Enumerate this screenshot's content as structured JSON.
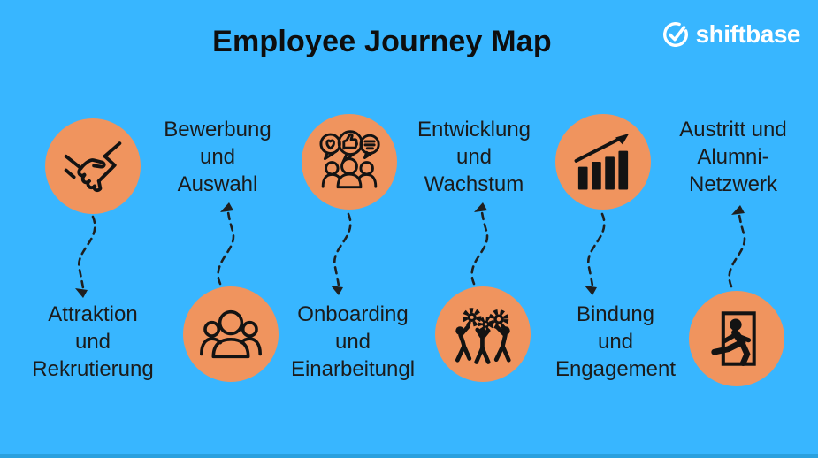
{
  "title": "Employee Journey Map",
  "brand": {
    "name": "shiftbase",
    "icon": "clock-check-icon"
  },
  "colors": {
    "background": "#38B6FF",
    "bubble": "#F0945E",
    "ink": "#111111",
    "logo": "#FFFFFF",
    "footer_strip": "#2AA0DE"
  },
  "stages": [
    {
      "label": "Attraktion\nund\nRekrutierung",
      "icon": "handshake-icon",
      "icon_position": "top"
    },
    {
      "label": "Bewerbung\nund\nAuswahl",
      "icon": "team-group-icon",
      "icon_position": "bottom"
    },
    {
      "label": "Onboarding\nund\nEinarbeitungl",
      "icon": "feedback-bubbles-icon",
      "icon_position": "top"
    },
    {
      "label": "Entwicklung\nund\nWachstum",
      "icon": "teamwork-gears-icon",
      "icon_position": "bottom"
    },
    {
      "label": "Bindung\nund\nEngagement",
      "icon": "growth-chart-icon",
      "icon_position": "top"
    },
    {
      "label": "Austritt und\nAlumni-\nNetzwerk",
      "icon": "exit-door-icon",
      "icon_position": "bottom"
    }
  ]
}
